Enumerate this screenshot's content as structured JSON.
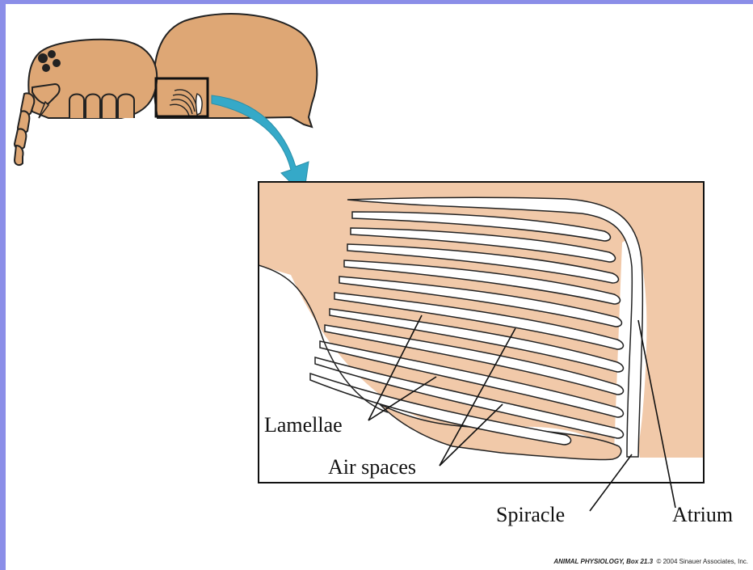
{
  "colors": {
    "tissue": "#f1c9a9",
    "spider_body": "#dea775",
    "arrow": "#35a9c8",
    "frame": "#8b8ee8"
  },
  "labels": {
    "lamellae": "Lamellae",
    "air_spaces": "Air spaces",
    "spiracle": "Spiracle",
    "atrium": "Atrium"
  },
  "credit": {
    "title": "ANIMAL PHYSIOLOGY, Box 21.3",
    "copyright": "© 2004 Sinauer Associates, Inc."
  }
}
